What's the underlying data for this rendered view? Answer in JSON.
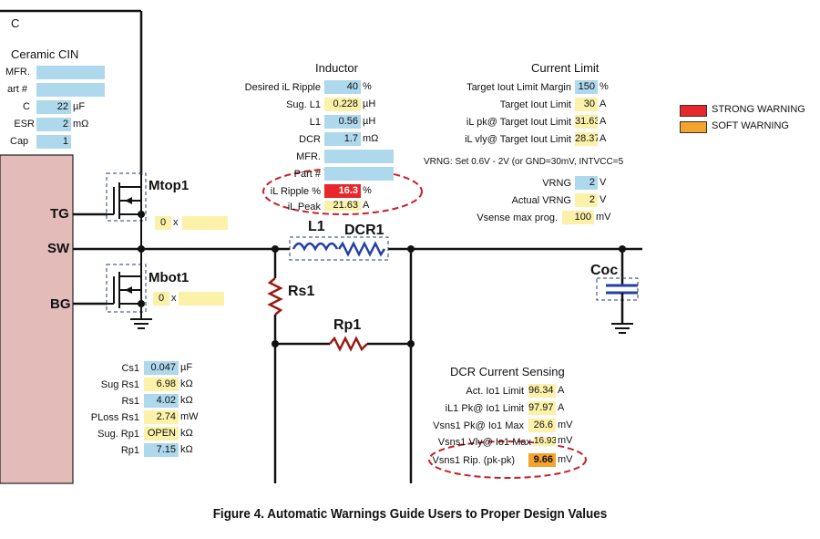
{
  "ic": {
    "label_top": "C",
    "pins": {
      "tg": "TG",
      "sw": "SW",
      "bg": "BG"
    }
  },
  "cin": {
    "title": "Ceramic CIN",
    "rows": [
      {
        "label": "MFR.",
        "value": "",
        "unit": ""
      },
      {
        "label": "art #",
        "value": "",
        "unit": ""
      },
      {
        "label": "C",
        "value": "22",
        "unit": "µF"
      },
      {
        "label": "ESR",
        "value": "2",
        "unit": "mΩ"
      },
      {
        "label": "Cap",
        "value": "1",
        "unit": ""
      }
    ]
  },
  "inductor": {
    "title": "Inductor",
    "rows": [
      {
        "label": "Desired iL Ripple",
        "value": "40",
        "unit": "%",
        "color": "blue"
      },
      {
        "label": "Sug. L1",
        "value": "0.228",
        "unit": "µH",
        "color": "yellow"
      },
      {
        "label": "L1",
        "value": "0.56",
        "unit": "µH",
        "color": "blue"
      },
      {
        "label": "DCR",
        "value": "1.7",
        "unit": "mΩ",
        "color": "blue"
      },
      {
        "label": "MFR.",
        "value": "",
        "unit": "",
        "color": "blue"
      },
      {
        "label": "Part #",
        "value": "",
        "unit": "",
        "color": "blue"
      },
      {
        "label": "iL Ripple %",
        "value": "16.3",
        "unit": "%",
        "color": "red"
      },
      {
        "label": "iL Peak",
        "value": "21.63",
        "unit": "A",
        "color": "yellow"
      }
    ]
  },
  "current_limit": {
    "title": "Current Limit",
    "rows": [
      {
        "label": "Target Iout Limit Margin",
        "value": "150",
        "unit": "%",
        "color": "blue"
      },
      {
        "label": "Target Iout Limit",
        "value": "30",
        "unit": "A",
        "color": "yellow"
      },
      {
        "label": "iL pk@ Target Iout Limit",
        "value": "31.63",
        "unit": "A",
        "color": "yellow"
      },
      {
        "label": "iL vly@ Target Iout Limit",
        "value": "28.37",
        "unit": "A",
        "color": "yellow"
      }
    ],
    "vrng_note": "VRNG:  Set 0.6V - 2V (or GND=30mV, INTVCC=5",
    "vrng_rows": [
      {
        "label": "VRNG",
        "value": "2",
        "unit": "V",
        "color": "blue"
      },
      {
        "label": "Actual VRNG",
        "value": "2",
        "unit": "V",
        "color": "yellow"
      },
      {
        "label": "Vsense max prog.",
        "value": "100",
        "unit": "mV",
        "color": "yellow"
      }
    ]
  },
  "legend": [
    {
      "label": "STRONG WARNING",
      "color": "#e8272c"
    },
    {
      "label": "SOFT WARNING",
      "color": "#f4a42d"
    }
  ],
  "switches": {
    "mtop": {
      "name": "Mtop1",
      "count": "0",
      "x": "x"
    },
    "mbot": {
      "name": "Mbot1",
      "count": "0",
      "x": "x"
    }
  },
  "components": {
    "l1": "L1",
    "dcr1": "DCR1",
    "rs1": "Rs1",
    "rp1": "Rp1",
    "coc": "Coc"
  },
  "rs_table": {
    "rows": [
      {
        "label": "Cs1",
        "value": "0.047",
        "unit": "µF",
        "color": "blue"
      },
      {
        "label": "Sug Rs1",
        "value": "6.98",
        "unit": "kΩ",
        "color": "yellow"
      },
      {
        "label": "Rs1",
        "value": "4.02",
        "unit": "kΩ",
        "color": "blue"
      },
      {
        "label": "PLoss Rs1",
        "value": "2.74",
        "unit": "mW",
        "color": "yellow"
      },
      {
        "label": "Sug. Rp1",
        "value": "OPEN",
        "unit": "kΩ",
        "color": "yellow"
      },
      {
        "label": "Rp1",
        "value": "7.15",
        "unit": "kΩ",
        "color": "blue"
      }
    ]
  },
  "dcr_sensing": {
    "title": "DCR Current Sensing",
    "rows": [
      {
        "label": "Act. Io1 Limit",
        "value": "96.34",
        "unit": "A",
        "color": "yellow"
      },
      {
        "label": "iL1 Pk@ Io1 Limit",
        "value": "97.97",
        "unit": "A",
        "color": "yellow"
      },
      {
        "label": "Vsns1 Pk@ Io1 Max",
        "value": "26.6",
        "unit": "mV",
        "color": "yellow"
      },
      {
        "label": "Vsns1 Vly@ Io1 Max",
        "value": "16.93",
        "unit": "mV",
        "color": "yellow"
      },
      {
        "label": "Vsns1 Rip. (pk-pk)",
        "value": "9.66",
        "unit": "mV",
        "color": "orange"
      }
    ]
  },
  "caption": "Figure 4. Automatic Warnings Guide Users to Proper Design Values",
  "colors": {
    "ic_fill": "#e3bcb9",
    "wire": "#111111",
    "warning_circle": "#c8202a",
    "coil": "#2340a8",
    "resistor": "#9a1a14"
  }
}
